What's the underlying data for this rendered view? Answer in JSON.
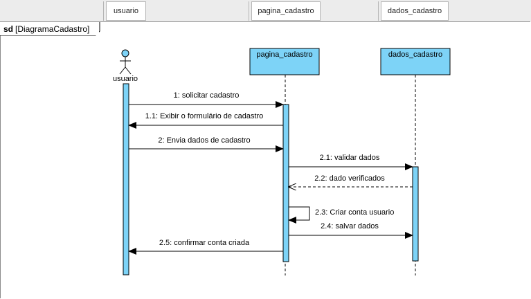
{
  "header": {
    "tabs": [
      "usuario",
      "pagina_cadastro",
      "dados_cadastro"
    ]
  },
  "frame": {
    "kind": "sd",
    "name": "[DiagramaCadastro]"
  },
  "lifelines": [
    {
      "id": "usuario",
      "label": "usuario",
      "type": "actor"
    },
    {
      "id": "pagina",
      "label": "pagina_cadastro",
      "type": "object"
    },
    {
      "id": "dados",
      "label": "dados_cadastro",
      "type": "object"
    }
  ],
  "messages": [
    {
      "label": "1: solicitar cadastro",
      "from": "usuario",
      "to": "pagina",
      "style": "sync"
    },
    {
      "label": "1.1: Exibir o formulário de cadastro",
      "from": "pagina",
      "to": "usuario",
      "style": "sync"
    },
    {
      "label": "2: Envia dados de cadastro",
      "from": "usuario",
      "to": "pagina",
      "style": "sync"
    },
    {
      "label": "2.1: validar dados",
      "from": "pagina",
      "to": "dados",
      "style": "sync"
    },
    {
      "label": "2.2: dado verificados",
      "from": "dados",
      "to": "pagina",
      "style": "return"
    },
    {
      "label": "2.3: Criar conta usuario",
      "from": "pagina",
      "to": "pagina",
      "style": "self"
    },
    {
      "label": "2.4: salvar dados",
      "from": "pagina",
      "to": "dados",
      "style": "sync"
    },
    {
      "label": "2.5: confirmar conta criada",
      "from": "pagina",
      "to": "usuario",
      "style": "sync"
    }
  ],
  "colors": {
    "box_fill": "#7dd3f7",
    "activation_fill": "#7dd3f7",
    "line": "#000000"
  }
}
